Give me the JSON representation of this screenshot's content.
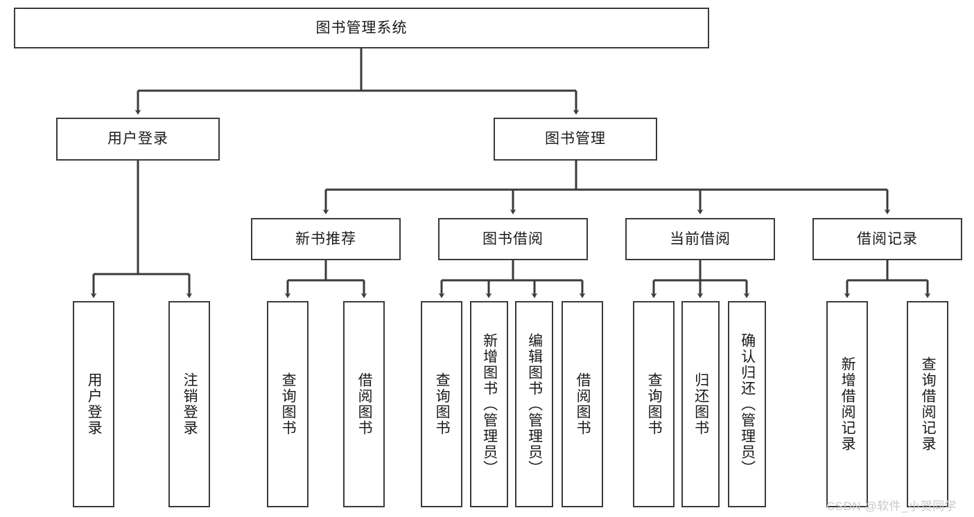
{
  "diagram": {
    "title": "图书管理系统",
    "root": {
      "label": "图书管理系统"
    },
    "level2": [
      {
        "label": "用户登录"
      },
      {
        "label": "图书管理"
      }
    ],
    "level3": [
      {
        "label": "新书推荐"
      },
      {
        "label": "图书借阅"
      },
      {
        "label": "当前借阅"
      },
      {
        "label": "借阅记录"
      }
    ],
    "leaves_user_login": [
      {
        "label": "用户登录"
      },
      {
        "label": "注销登录"
      }
    ],
    "leaves_new_book": [
      {
        "label": "查询图书"
      },
      {
        "label": "借阅图书"
      }
    ],
    "leaves_borrow": [
      {
        "label": "查询图书"
      },
      {
        "label": "新增图书（管理员）"
      },
      {
        "label": "编辑图书（管理员）"
      },
      {
        "label": "借阅图书"
      }
    ],
    "leaves_current": [
      {
        "label": "查询图书"
      },
      {
        "label": "归还图书"
      },
      {
        "label": "确认归还（管理员）"
      }
    ],
    "leaves_record": [
      {
        "label": "新增借阅记录"
      },
      {
        "label": "查询借阅记录"
      }
    ],
    "watermark": "CSDN @软件_小贺同学",
    "colors": {
      "stroke": "#3a3a3a",
      "fill": "#ffffff",
      "text": "#1a1a1a",
      "watermark": "#c9c9c9"
    }
  }
}
